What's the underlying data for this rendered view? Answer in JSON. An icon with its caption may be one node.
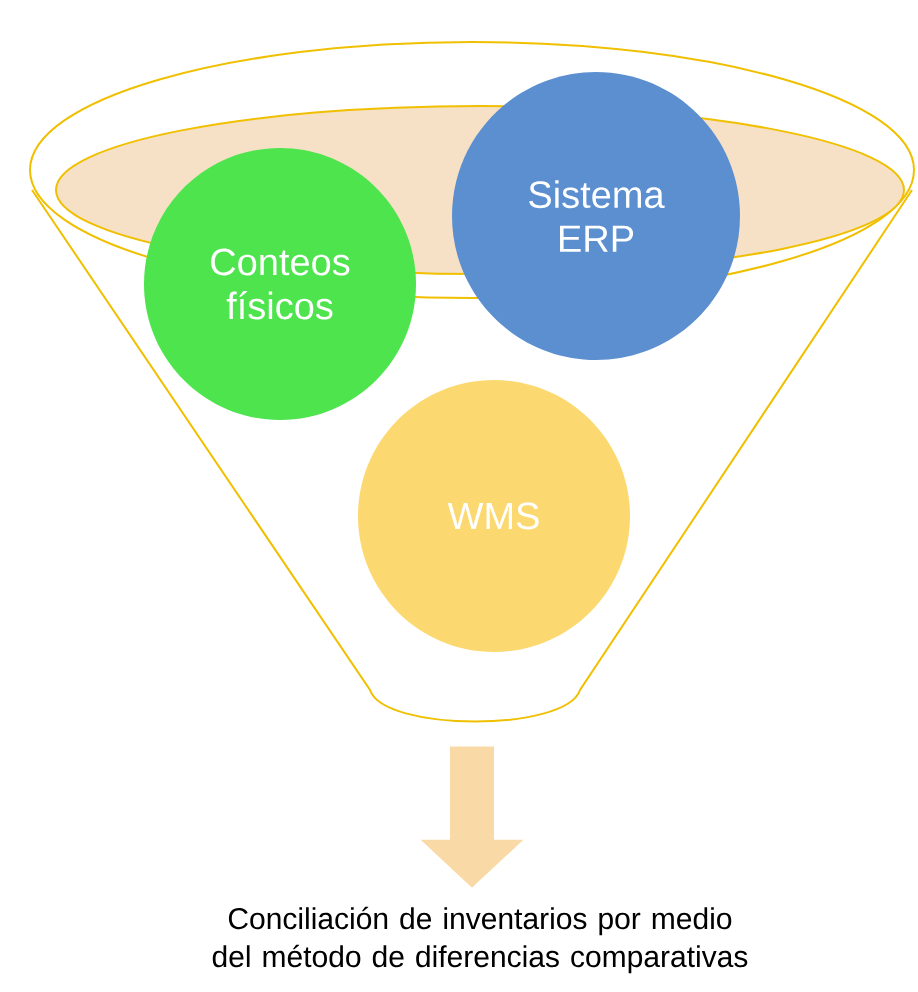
{
  "diagram": {
    "nodes": [
      {
        "text": [],
        "shape": "funnel"
      },
      {
        "text": [
          "Conteos físicos"
        ],
        "in": 0
      },
      {
        "text": [
          "Sistema ERP"
        ],
        "in": 0
      },
      {
        "text": [
          "WMS"
        ],
        "in": 0
      },
      {
        "text": [
          "Conciliación de inventarios por medio del método de diferencias comparativas"
        ]
      }
    ],
    "edges": [
      {
        "from": 0,
        "to": 4,
        "arrow": "to"
      }
    ]
  }
}
